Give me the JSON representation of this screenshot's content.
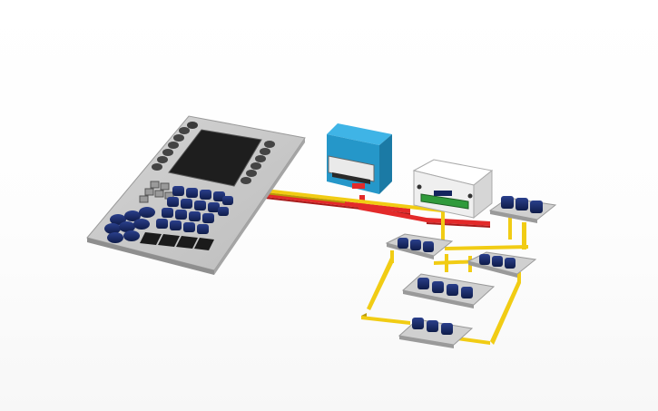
{
  "scene": {
    "view": "3d-model-viewport",
    "background_color": "#ffffff"
  },
  "colors": {
    "base_plate": "#c8c8c8",
    "key_blue": "#14245e",
    "screen": "#1e1e1e",
    "printer_case": "#2aa3d6",
    "board_white": "#f4f4f4",
    "pcb_green": "#2f9a3b",
    "wire_red": "#e32a2a",
    "wire_yellow": "#f1cc14"
  },
  "objects": [
    {
      "name": "keyboard-terminal",
      "icon": "keypad-console-icon"
    },
    {
      "name": "printer-module",
      "icon": "printer-icon"
    },
    {
      "name": "controller-box",
      "icon": "circuit-box-icon"
    },
    {
      "name": "block-1",
      "icon": "blue-block-icon"
    },
    {
      "name": "block-2",
      "icon": "blue-block-icon"
    },
    {
      "name": "block-3",
      "icon": "blue-block-icon"
    },
    {
      "name": "block-4",
      "icon": "blue-block-icon"
    },
    {
      "name": "block-5",
      "icon": "blue-block-icon"
    }
  ]
}
